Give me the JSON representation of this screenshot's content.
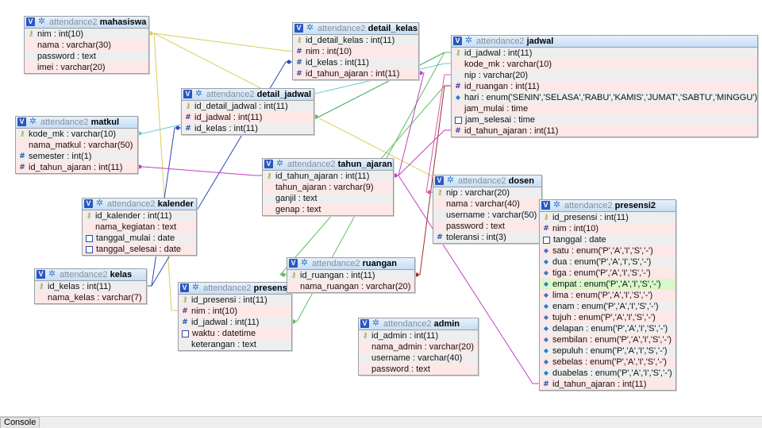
{
  "tables": {
    "mahasiswa": {
      "db": "attendance2",
      "name": "mahasiswa",
      "fields": [
        {
          "icon": "key",
          "text": "nim : int(10)"
        },
        {
          "icon": "text",
          "text": "nama : varchar(30)"
        },
        {
          "icon": "text",
          "text": "password : text"
        },
        {
          "icon": "text",
          "text": "imei : varchar(20)"
        }
      ]
    },
    "detail_kelas": {
      "db": "attendance2",
      "name": "detail_kelas",
      "fields": [
        {
          "icon": "key",
          "text": "id_detail_kelas : int(11)"
        },
        {
          "icon": "hash",
          "text": "nim : int(10)"
        },
        {
          "icon": "hash",
          "text": "id_kelas : int(11)"
        },
        {
          "icon": "hash",
          "text": "id_tahun_ajaran : int(11)"
        }
      ]
    },
    "jadwal": {
      "db": "attendance2",
      "name": "jadwal",
      "fields": [
        {
          "icon": "key",
          "text": "id_jadwal : int(11)"
        },
        {
          "icon": "text",
          "text": "kode_mk : varchar(10)"
        },
        {
          "icon": "text",
          "text": "nip : varchar(20)"
        },
        {
          "icon": "hash",
          "text": "id_ruangan : int(11)"
        },
        {
          "icon": "enum",
          "text": "hari : enum('SENIN','SELASA','RABU','KAMIS','JUMAT','SABTU','MINGGU')"
        },
        {
          "icon": "text",
          "text": "jam_mulai : time"
        },
        {
          "icon": "cal",
          "text": "jam_selesai : time"
        },
        {
          "icon": "hash",
          "text": "id_tahun_ajaran : int(11)"
        }
      ]
    },
    "detail_jadwal": {
      "db": "attendance2",
      "name": "detail_jadwal",
      "fields": [
        {
          "icon": "key",
          "text": "id_detail_jadwal : int(11)"
        },
        {
          "icon": "hash",
          "text": "id_jadwal : int(11)"
        },
        {
          "icon": "hash",
          "text": "id_kelas : int(11)"
        }
      ]
    },
    "matkul": {
      "db": "attendance2",
      "name": "matkul",
      "fields": [
        {
          "icon": "key",
          "text": "kode_mk : varchar(10)"
        },
        {
          "icon": "text",
          "text": "nama_matkul : varchar(50)"
        },
        {
          "icon": "hash",
          "text": "semester : int(1)"
        },
        {
          "icon": "hash",
          "text": "id_tahun_ajaran : int(11)"
        }
      ]
    },
    "tahun_ajaran": {
      "db": "attendance2",
      "name": "tahun_ajaran",
      "fields": [
        {
          "icon": "key",
          "text": "id_tahun_ajaran : int(11)"
        },
        {
          "icon": "text",
          "text": "tahun_ajaran : varchar(9)"
        },
        {
          "icon": "text",
          "text": "ganjil : text"
        },
        {
          "icon": "text",
          "text": "genap : text"
        }
      ]
    },
    "dosen": {
      "db": "attendance2",
      "name": "dosen",
      "fields": [
        {
          "icon": "key",
          "text": "nip : varchar(20)"
        },
        {
          "icon": "text",
          "text": "nama : varchar(40)"
        },
        {
          "icon": "text",
          "text": "username : varchar(50)"
        },
        {
          "icon": "text",
          "text": "password : text"
        },
        {
          "icon": "hash",
          "text": "toleransi : int(3)"
        }
      ]
    },
    "kalender": {
      "db": "attendance2",
      "name": "kalender",
      "fields": [
        {
          "icon": "key",
          "text": "id_kalender : int(11)"
        },
        {
          "icon": "text",
          "text": "nama_kegiatan : text"
        },
        {
          "icon": "cal",
          "text": "tanggal_mulai : date"
        },
        {
          "icon": "cal",
          "text": "tanggal_selesai : date"
        }
      ]
    },
    "presensi2": {
      "db": "attendance2",
      "name": "presensi2",
      "fields": [
        {
          "icon": "key",
          "text": "id_presensi : int(11)"
        },
        {
          "icon": "hash",
          "text": "nim : int(10)"
        },
        {
          "icon": "cal",
          "text": "tanggal : date"
        },
        {
          "icon": "enum",
          "text": "satu : enum('P','A','I','S','-')"
        },
        {
          "icon": "enum",
          "text": "dua : enum('P','A','I','S','-')"
        },
        {
          "icon": "enum",
          "text": "tiga : enum('P','A','I','S','-')"
        },
        {
          "icon": "enum",
          "text": "empat : enum('P','A','I','S','-')"
        },
        {
          "icon": "enum",
          "text": "lima : enum('P','A','I','S','-')"
        },
        {
          "icon": "enum",
          "text": "enam : enum('P','A','I','S','-')"
        },
        {
          "icon": "enum",
          "text": "tujuh : enum('P','A','I','S','-')"
        },
        {
          "icon": "enum",
          "text": "delapan : enum('P','A','I','S','-')"
        },
        {
          "icon": "enum",
          "text": "sembilan : enum('P','A','I','S','-')"
        },
        {
          "icon": "enum",
          "text": "sepuluh : enum('P','A','I','S','-')"
        },
        {
          "icon": "enum",
          "text": "sebelas : enum('P','A','I','S','-')"
        },
        {
          "icon": "enum",
          "text": "duabelas : enum('P','A','I','S','-')"
        },
        {
          "icon": "hash",
          "text": "id_tahun_ajaran : int(11)"
        }
      ]
    },
    "kelas": {
      "db": "attendance2",
      "name": "kelas",
      "fields": [
        {
          "icon": "key",
          "text": "id_kelas : int(11)"
        },
        {
          "icon": "text",
          "text": "nama_kelas : varchar(7)"
        }
      ]
    },
    "presensi": {
      "db": "attendance2",
      "name": "presensi",
      "fields": [
        {
          "icon": "key",
          "text": "id_presensi : int(11)"
        },
        {
          "icon": "hash",
          "text": "nim : int(10)"
        },
        {
          "icon": "hash",
          "text": "id_jadwal : int(11)"
        },
        {
          "icon": "cal",
          "text": "waktu : datetime"
        },
        {
          "icon": "text",
          "text": "keterangan : text"
        }
      ]
    },
    "ruangan": {
      "db": "attendance2",
      "name": "ruangan",
      "fields": [
        {
          "icon": "key",
          "text": "id_ruangan : int(11)"
        },
        {
          "icon": "text",
          "text": "nama_ruangan : varchar(20)"
        }
      ]
    },
    "admin": {
      "db": "attendance2",
      "name": "admin",
      "fields": [
        {
          "icon": "key",
          "text": "id_admin : int(11)"
        },
        {
          "icon": "text",
          "text": "nama_admin : varchar(20)"
        },
        {
          "icon": "text",
          "text": "username : varchar(40)"
        },
        {
          "icon": "text",
          "text": "password : text"
        }
      ]
    }
  },
  "relation_colors": {
    "yellow": "#d8cf5a",
    "blue": "#2f48b8",
    "green": "#5cc05c",
    "magenta": "#c23fc2",
    "cyan": "#66ccd0",
    "dkred": "#9c2d2d",
    "pink": "#d65ca8"
  },
  "console": {
    "label": "Console"
  }
}
